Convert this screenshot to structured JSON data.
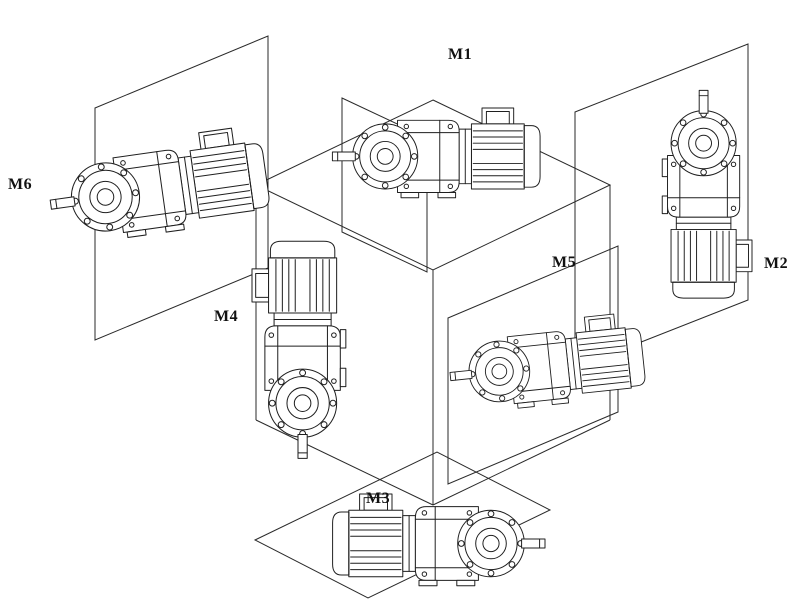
{
  "diagram": {
    "labels": {
      "m1": "M1",
      "m2": "M2",
      "m3": "M3",
      "m4": "M4",
      "m5": "M5",
      "m6": "M6"
    }
  }
}
